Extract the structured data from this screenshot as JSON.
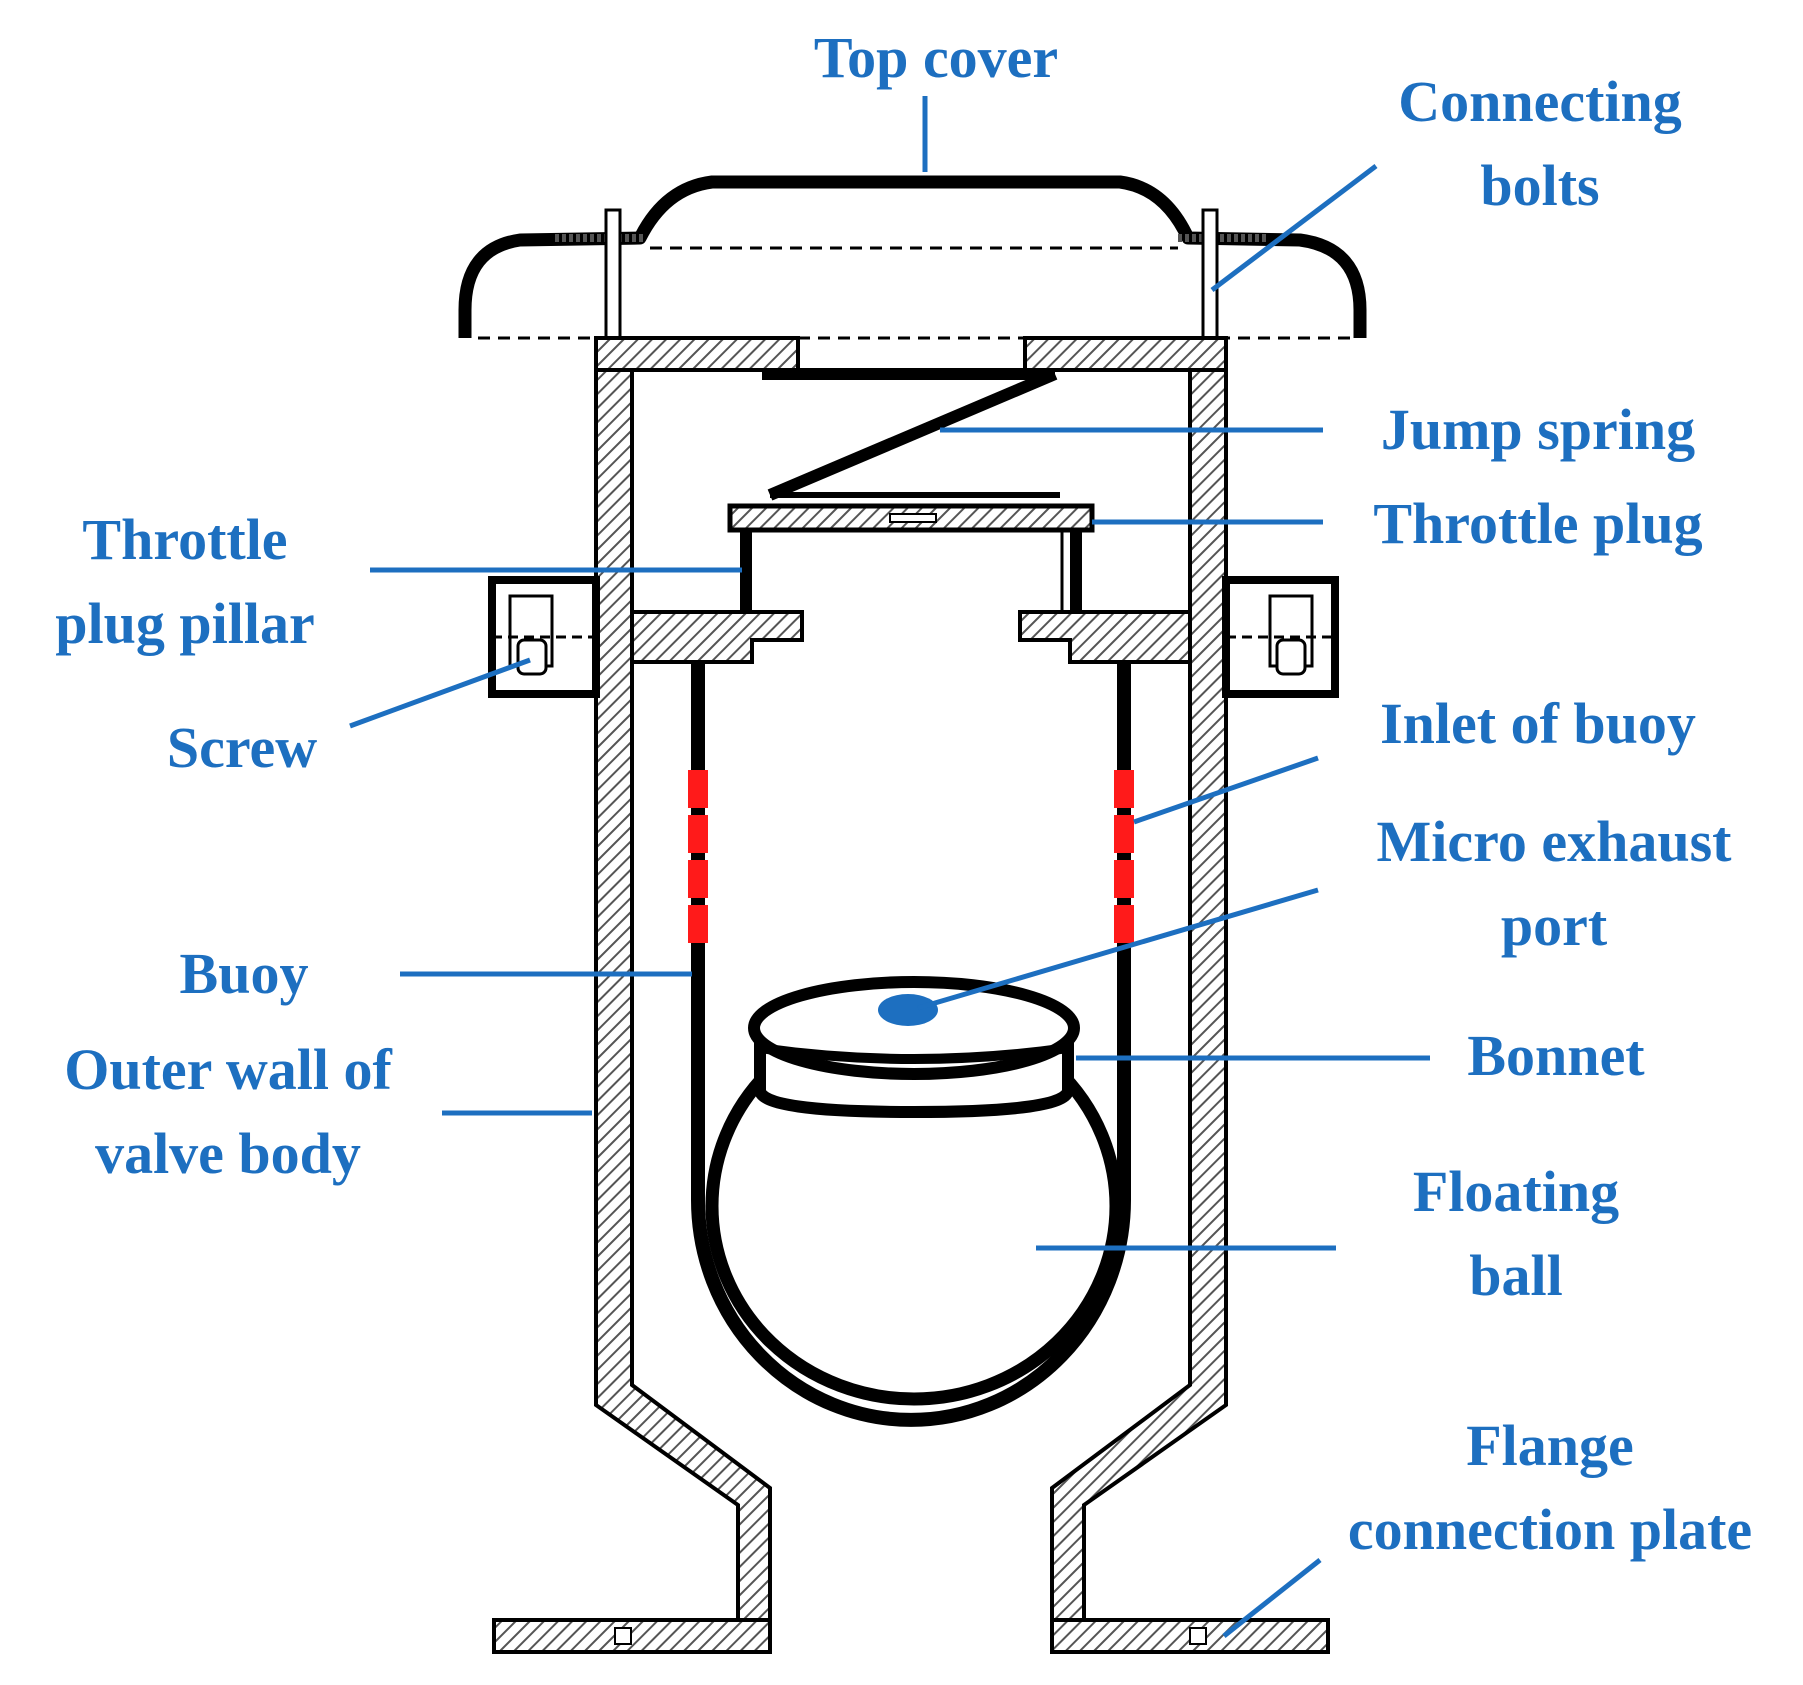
{
  "colors": {
    "label": "#1d6fc0",
    "leader": "#1d6fc0",
    "outline": "#000000",
    "hatch": "#555555",
    "inlet": "#ff1a1a",
    "exhaust_port": "#1d6fc0"
  },
  "labels": {
    "top_cover": "Top cover",
    "connecting_bolts": [
      "Connecting",
      "bolts"
    ],
    "jump_spring": "Jump spring",
    "throttle_plug": "Throttle plug",
    "throttle_plug_pillar": [
      "Throttle",
      "plug pillar"
    ],
    "screw": "Screw",
    "inlet_of_buoy": "Inlet of buoy",
    "micro_exhaust_port": [
      "Micro exhaust",
      "port"
    ],
    "buoy": "Buoy",
    "bonnet": "Bonnet",
    "outer_wall": [
      "Outer wall of",
      "valve body"
    ],
    "floating_ball": [
      "Floating",
      "ball"
    ],
    "flange_plate": [
      "Flange",
      "connection plate"
    ]
  }
}
